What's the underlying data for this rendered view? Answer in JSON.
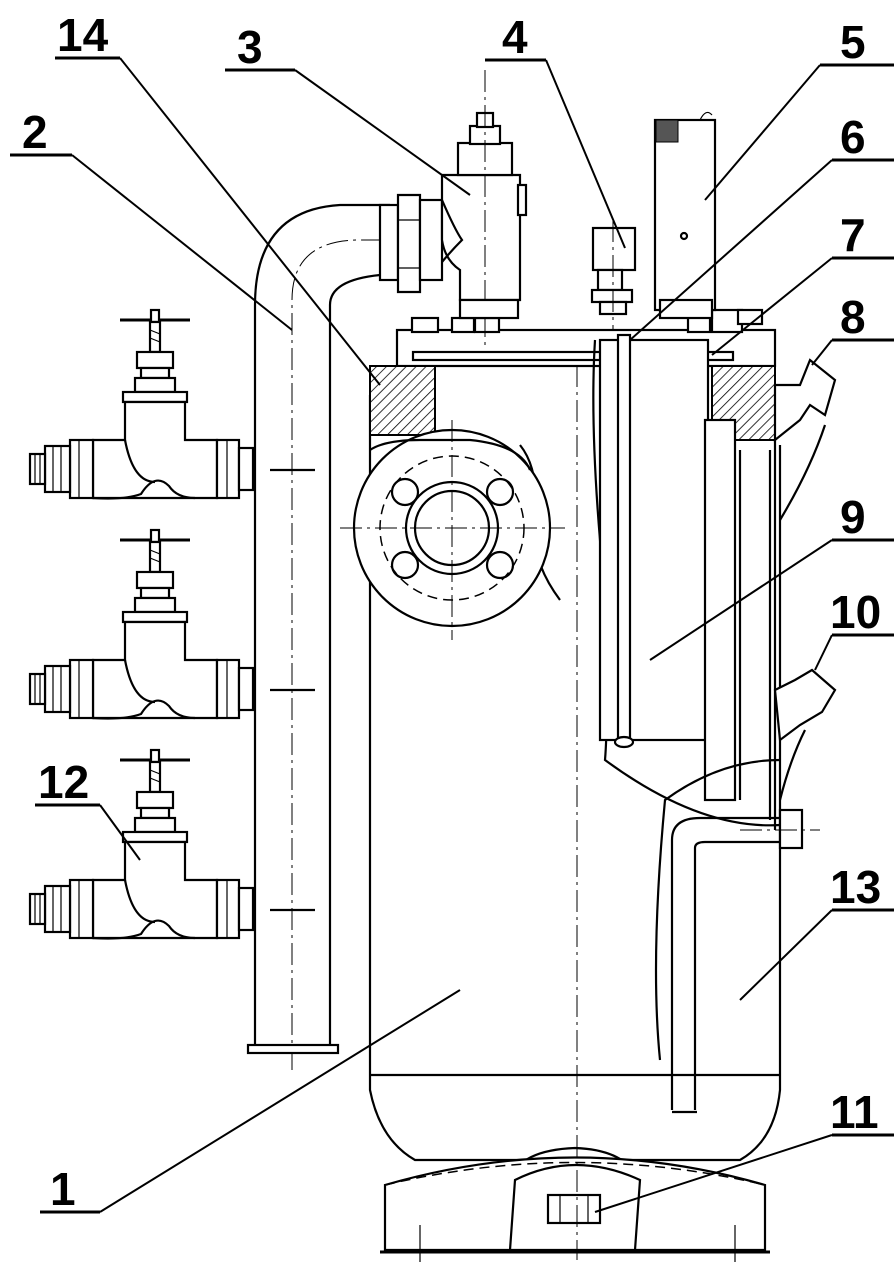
{
  "callouts": [
    {
      "id": "c1",
      "text": "1"
    },
    {
      "id": "c2",
      "text": "2"
    },
    {
      "id": "c3",
      "text": "3"
    },
    {
      "id": "c4",
      "text": "4"
    },
    {
      "id": "c5",
      "text": "5"
    },
    {
      "id": "c6",
      "text": "6"
    },
    {
      "id": "c7",
      "text": "7"
    },
    {
      "id": "c8",
      "text": "8"
    },
    {
      "id": "c9",
      "text": "9"
    },
    {
      "id": "c10",
      "text": "10"
    },
    {
      "id": "c11",
      "text": "11"
    },
    {
      "id": "c12",
      "text": "12"
    },
    {
      "id": "c13",
      "text": "13"
    },
    {
      "id": "c14",
      "text": "14"
    }
  ]
}
